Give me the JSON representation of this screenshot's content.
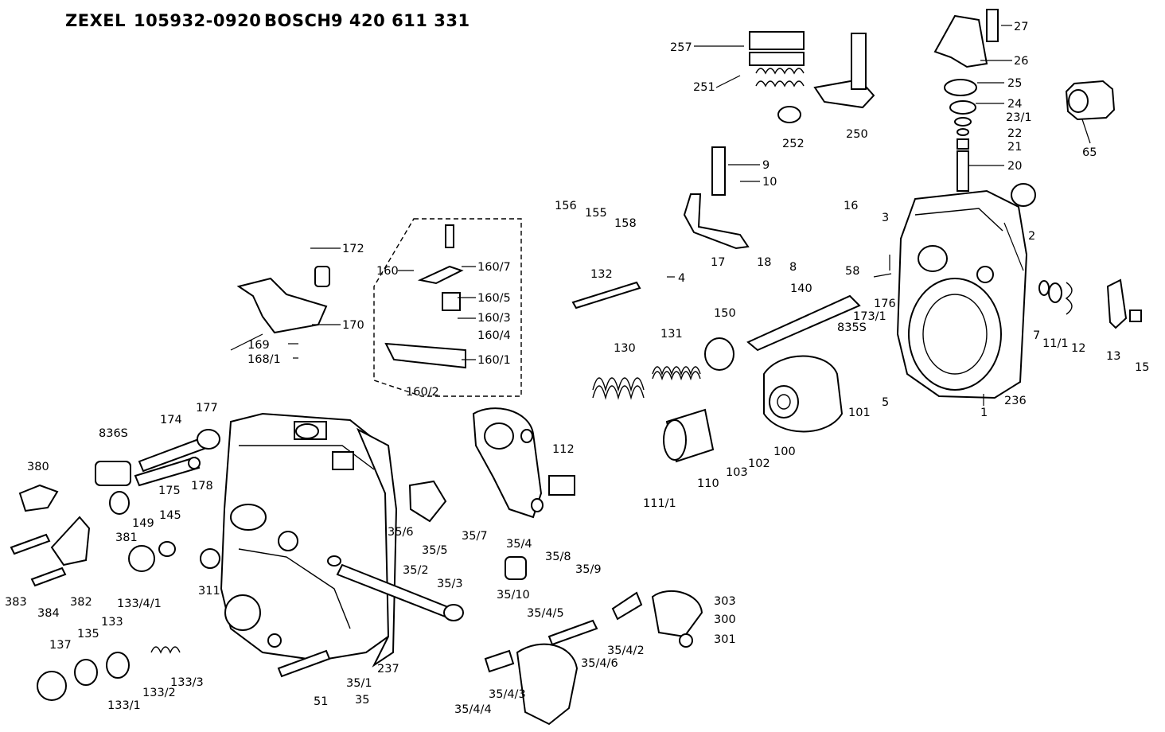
{
  "header": {
    "brand1": "ZEXEL",
    "number1": "105932-0920",
    "brand2": "BOSCH",
    "number2": "9 420 611 331"
  },
  "labels": [
    {
      "id": "257",
      "text": "257"
    },
    {
      "id": "251",
      "text": "251"
    },
    {
      "id": "252",
      "text": "252"
    },
    {
      "id": "250",
      "text": "250"
    },
    {
      "id": "27",
      "text": "27"
    },
    {
      "id": "26",
      "text": "26"
    },
    {
      "id": "25",
      "text": "25"
    },
    {
      "id": "24",
      "text": "24"
    },
    {
      "id": "23-1",
      "text": "23/1"
    },
    {
      "id": "22",
      "text": "22"
    },
    {
      "id": "21",
      "text": "21"
    },
    {
      "id": "20",
      "text": "20"
    },
    {
      "id": "65",
      "text": "65"
    },
    {
      "id": "9",
      "text": "9"
    },
    {
      "id": "10",
      "text": "10"
    },
    {
      "id": "17",
      "text": "17"
    },
    {
      "id": "18",
      "text": "18"
    },
    {
      "id": "8",
      "text": "8"
    },
    {
      "id": "16",
      "text": "16"
    },
    {
      "id": "3",
      "text": "3"
    },
    {
      "id": "2",
      "text": "2"
    },
    {
      "id": "58",
      "text": "58"
    },
    {
      "id": "140",
      "text": "140"
    },
    {
      "id": "176",
      "text": "176"
    },
    {
      "id": "173-1",
      "text": "173/1"
    },
    {
      "id": "835S",
      "text": "835S"
    },
    {
      "id": "101",
      "text": "101"
    },
    {
      "id": "5",
      "text": "5"
    },
    {
      "id": "1",
      "text": "1"
    },
    {
      "id": "236",
      "text": "236"
    },
    {
      "id": "7",
      "text": "7"
    },
    {
      "id": "11-1a",
      "text": "11/1"
    },
    {
      "id": "12",
      "text": "12"
    },
    {
      "id": "13",
      "text": "13"
    },
    {
      "id": "15",
      "text": "15"
    },
    {
      "id": "156",
      "text": "156"
    },
    {
      "id": "155",
      "text": "155"
    },
    {
      "id": "158",
      "text": "158"
    },
    {
      "id": "4",
      "text": "4"
    },
    {
      "id": "132",
      "text": "132"
    },
    {
      "id": "172",
      "text": "172"
    },
    {
      "id": "170",
      "text": "170"
    },
    {
      "id": "169",
      "text": "169"
    },
    {
      "id": "168-1",
      "text": "168/1"
    },
    {
      "id": "160",
      "text": "160"
    },
    {
      "id": "160-7",
      "text": "160/7"
    },
    {
      "id": "160-5",
      "text": "160/5"
    },
    {
      "id": "160-3",
      "text": "160/3"
    },
    {
      "id": "160-4",
      "text": "160/4"
    },
    {
      "id": "160-1",
      "text": "160/1"
    },
    {
      "id": "160-2",
      "text": "160/2"
    },
    {
      "id": "130",
      "text": "130"
    },
    {
      "id": "131",
      "text": "131"
    },
    {
      "id": "150",
      "text": "150"
    },
    {
      "id": "100",
      "text": "100"
    },
    {
      "id": "102",
      "text": "102"
    },
    {
      "id": "103",
      "text": "103"
    },
    {
      "id": "110",
      "text": "110"
    },
    {
      "id": "111-1b",
      "text": "111/1"
    },
    {
      "id": "112",
      "text": "112"
    },
    {
      "id": "836S",
      "text": "836S"
    },
    {
      "id": "174",
      "text": "174"
    },
    {
      "id": "177",
      "text": "177"
    },
    {
      "id": "175",
      "text": "175"
    },
    {
      "id": "178",
      "text": "178"
    },
    {
      "id": "380",
      "text": "380"
    },
    {
      "id": "381",
      "text": "381"
    },
    {
      "id": "149",
      "text": "149"
    },
    {
      "id": "145",
      "text": "145"
    },
    {
      "id": "311",
      "text": "311"
    },
    {
      "id": "383",
      "text": "383"
    },
    {
      "id": "384",
      "text": "384"
    },
    {
      "id": "382",
      "text": "382"
    },
    {
      "id": "35-6",
      "text": "35/6"
    },
    {
      "id": "35-5",
      "text": "35/5"
    },
    {
      "id": "35-7",
      "text": "35/7"
    },
    {
      "id": "35-4",
      "text": "35/4"
    },
    {
      "id": "35-8",
      "text": "35/8"
    },
    {
      "id": "35-9",
      "text": "35/9"
    },
    {
      "id": "35-10",
      "text": "35/10"
    },
    {
      "id": "35-2",
      "text": "35/2"
    },
    {
      "id": "35-3",
      "text": "35/3"
    },
    {
      "id": "133-4-1",
      "text": "133/4/1"
    },
    {
      "id": "133",
      "text": "133"
    },
    {
      "id": "135",
      "text": "135"
    },
    {
      "id": "137",
      "text": "137"
    },
    {
      "id": "133-1",
      "text": "133/1"
    },
    {
      "id": "133-2",
      "text": "133/2"
    },
    {
      "id": "133-3",
      "text": "133/3"
    },
    {
      "id": "51",
      "text": "51"
    },
    {
      "id": "35-1",
      "text": "35/1"
    },
    {
      "id": "35",
      "text": "35"
    },
    {
      "id": "237",
      "text": "237"
    },
    {
      "id": "35-4-5",
      "text": "35/4/5"
    },
    {
      "id": "35-4-2",
      "text": "35/4/2"
    },
    {
      "id": "35-4-6",
      "text": "35/4/6"
    },
    {
      "id": "35-4-3",
      "text": "35/4/3"
    },
    {
      "id": "35-4-4",
      "text": "35/4/4"
    },
    {
      "id": "303",
      "text": "303"
    },
    {
      "id": "300",
      "text": "300"
    },
    {
      "id": "301",
      "text": "301"
    }
  ]
}
